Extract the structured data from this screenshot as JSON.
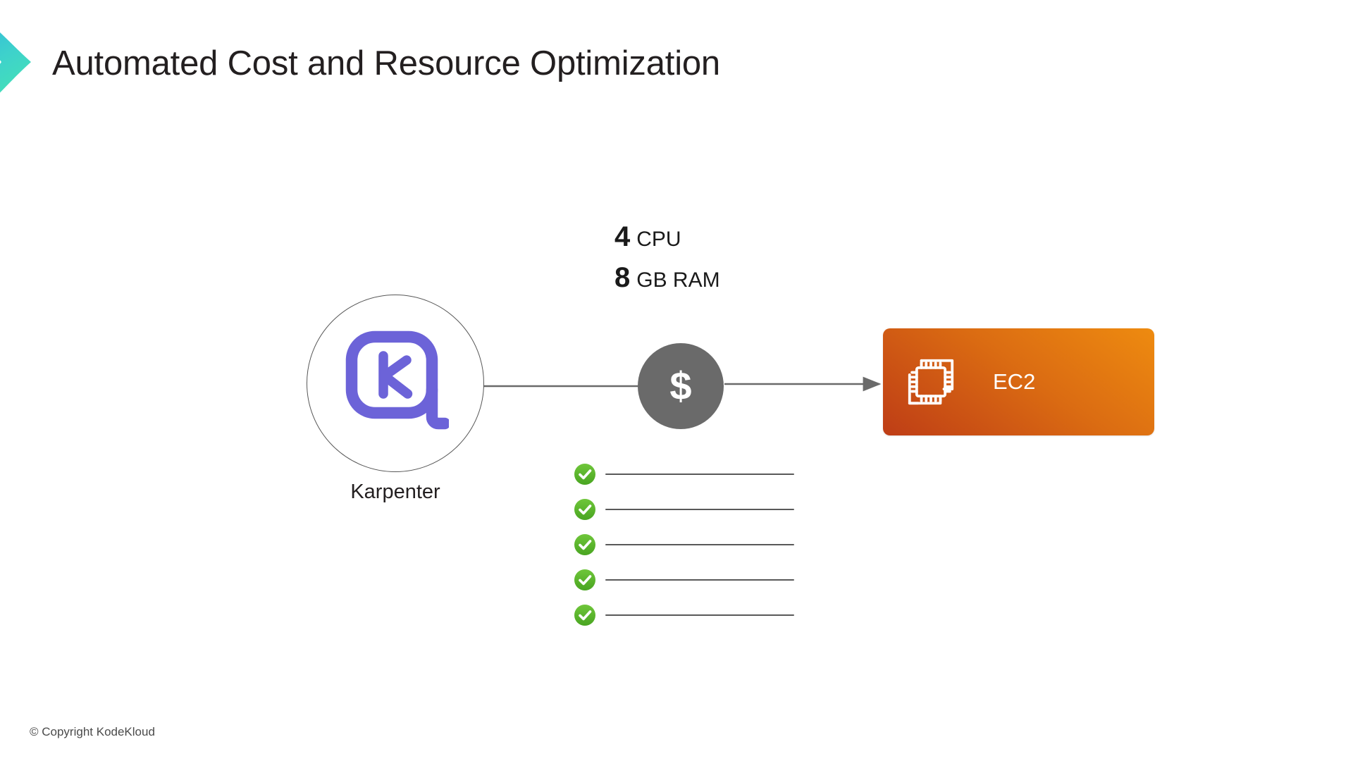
{
  "slide": {
    "title": "Automated Cost and Resource Optimization",
    "background_color": "#ffffff",
    "title_color": "#231f20"
  },
  "brand": {
    "logo_icon": "chevron-logo-icon",
    "gradient_start": "#29B6D8",
    "gradient_end": "#3FE0B8"
  },
  "diagram": {
    "type": "flow",
    "nodes": [
      {
        "id": "karpenter",
        "label": "Karpenter",
        "icon": "karpenter-logo-icon",
        "shape": "circle",
        "icon_color": "#6C63D8",
        "border_color": "#575757"
      },
      {
        "id": "cost",
        "label": "$",
        "icon": "dollar-sign-icon",
        "shape": "circle",
        "fill_color": "#6a6a6a",
        "glyph_color": "#ffffff"
      },
      {
        "id": "ec2",
        "label": "EC2",
        "icon": "ec2-instance-icon",
        "shape": "rounded-rect",
        "gradient_start": "#EE8B10",
        "gradient_end": "#BE3D16",
        "label_color": "#ffffff"
      }
    ],
    "connectors": [
      {
        "id": "karpenter-to-cost",
        "from": "karpenter",
        "to": "cost",
        "arrowhead": false,
        "color": "#6a6a6a"
      },
      {
        "id": "cost-to-ec2",
        "from": "cost",
        "to": "ec2",
        "arrowhead": true,
        "color": "#6a6a6a"
      }
    ]
  },
  "specs": [
    {
      "value": "4",
      "unit": "CPU"
    },
    {
      "value": "8",
      "unit": "GB RAM"
    }
  ],
  "checklist": {
    "badge_icon": "check-circle-icon",
    "badge_color": "#5CB82C",
    "line_color": "#595959",
    "items": [
      {
        "id": "check-1",
        "text": ""
      },
      {
        "id": "check-2",
        "text": ""
      },
      {
        "id": "check-3",
        "text": ""
      },
      {
        "id": "check-4",
        "text": ""
      },
      {
        "id": "check-5",
        "text": ""
      }
    ]
  },
  "footer": {
    "copyright": "© Copyright KodeKloud"
  }
}
